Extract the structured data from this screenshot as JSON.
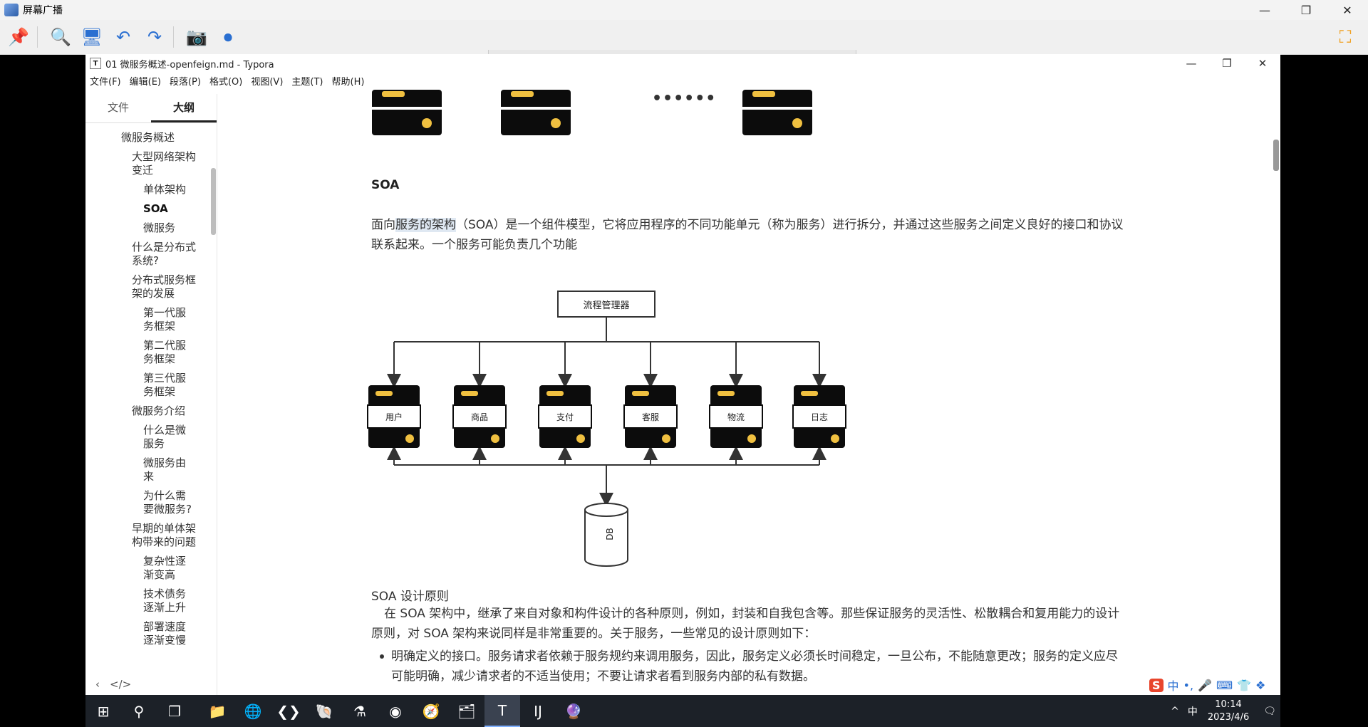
{
  "outer_window": {
    "title": "屏幕广播",
    "min": "—",
    "restore": "❐",
    "close": "✕"
  },
  "outer_toolbar": {
    "pin": "📌",
    "zoom": "🔍",
    "monitor": "🖥",
    "undo": "↶",
    "redo": "↷",
    "snapshot": "📷",
    "record": "⏺",
    "expand": "⛶"
  },
  "typora": {
    "title": "01 微服务概述-openfeign.md - Typora",
    "icon": "T",
    "min": "—",
    "restore": "❐",
    "close": "✕",
    "menu": [
      "文件(F)",
      "编辑(E)",
      "段落(P)",
      "格式(O)",
      "视图(V)",
      "主题(T)",
      "帮助(H)"
    ]
  },
  "sidebar": {
    "tabs": [
      "文件",
      "大纲"
    ],
    "outline": [
      {
        "label": "微服务概述",
        "level": 1
      },
      {
        "label": "大型网络架构变迁",
        "level": 2
      },
      {
        "label": "单体架构",
        "level": 3
      },
      {
        "label": "SOA",
        "level": 3,
        "active": true
      },
      {
        "label": "微服务",
        "level": 3
      },
      {
        "label": "什么是分布式系统?",
        "level": 2
      },
      {
        "label": "分布式服务框架的发展",
        "level": 2
      },
      {
        "label": "第一代服务框架",
        "level": 3
      },
      {
        "label": "第二代服务框架",
        "level": 3
      },
      {
        "label": "第三代服务框架",
        "level": 3
      },
      {
        "label": "微服务介绍",
        "level": 2
      },
      {
        "label": "什么是微服务",
        "level": 3
      },
      {
        "label": "微服务由来",
        "level": 3
      },
      {
        "label": "为什么需要微服务?",
        "level": 3
      },
      {
        "label": "早期的单体架构带来的问题",
        "level": 2
      },
      {
        "label": "复杂性逐渐变高",
        "level": 3
      },
      {
        "label": "技术债务逐渐上升",
        "level": 3
      },
      {
        "label": "部署速度逐渐变慢",
        "level": 3
      }
    ],
    "footer_back": "‹",
    "footer_code": "</>"
  },
  "document": {
    "top_dots": "••••••",
    "heading_soa": "SOA",
    "soa_para_hl": "服务的架构",
    "soa_para_pre": "面向",
    "soa_para_rest": "（SOA）是一个组件模型，它将应用程序的不同功能单元（称为服务）进行拆分，并通过这些服务之间定义良好的接口和协议联系起来。一个服务可能负责几个功能",
    "diagram": {
      "manager": "流程管理器",
      "services": [
        "用户",
        "商品",
        "支付",
        "客服",
        "物流",
        "日志"
      ],
      "db": "DB"
    },
    "heading_principles": "SOA 设计原则",
    "principles_para": "在 SOA 架构中，继承了来自对象和构件设计的各种原则，例如，封装和自我包含等。那些保证服务的灵活性、松散耦合和复用能力的设计原则，对 SOA 架构来说同样是非常重要的。关于服务，一些常见的设计原则如下：",
    "bullet_1": "明确定义的接口。服务请求者依赖于服务规约来调用服务，因此，服务定义必须长时间稳定，一旦公布，不能随意更改；服务的定义应尽可能明确，减少请求者的不适当使用；不要让请求者看到服务内部的私有数据。"
  },
  "ime": {
    "logo": "S",
    "lang": "中",
    "punct": "•,",
    "mic": "🎤",
    "keyboard": "⌨",
    "skin": "👕",
    "tools": "❖"
  },
  "taskbar": {
    "start": "⊞",
    "search": "⚲",
    "taskview": "❐",
    "apps": [
      "📁",
      "🌐",
      "❮❯",
      "🐚",
      "⚗",
      "◉",
      "🧭",
      "🗂",
      "T",
      "IJ",
      "🔮"
    ],
    "tray": {
      "chevron": "^",
      "ime_lang": "中",
      "time": "10:14",
      "date": "2023/4/6",
      "notifications": "🗨"
    }
  },
  "colors": {
    "server_body": "#0c0c0c",
    "server_accent": "#f0c040",
    "taskbar": "#1c2128"
  }
}
